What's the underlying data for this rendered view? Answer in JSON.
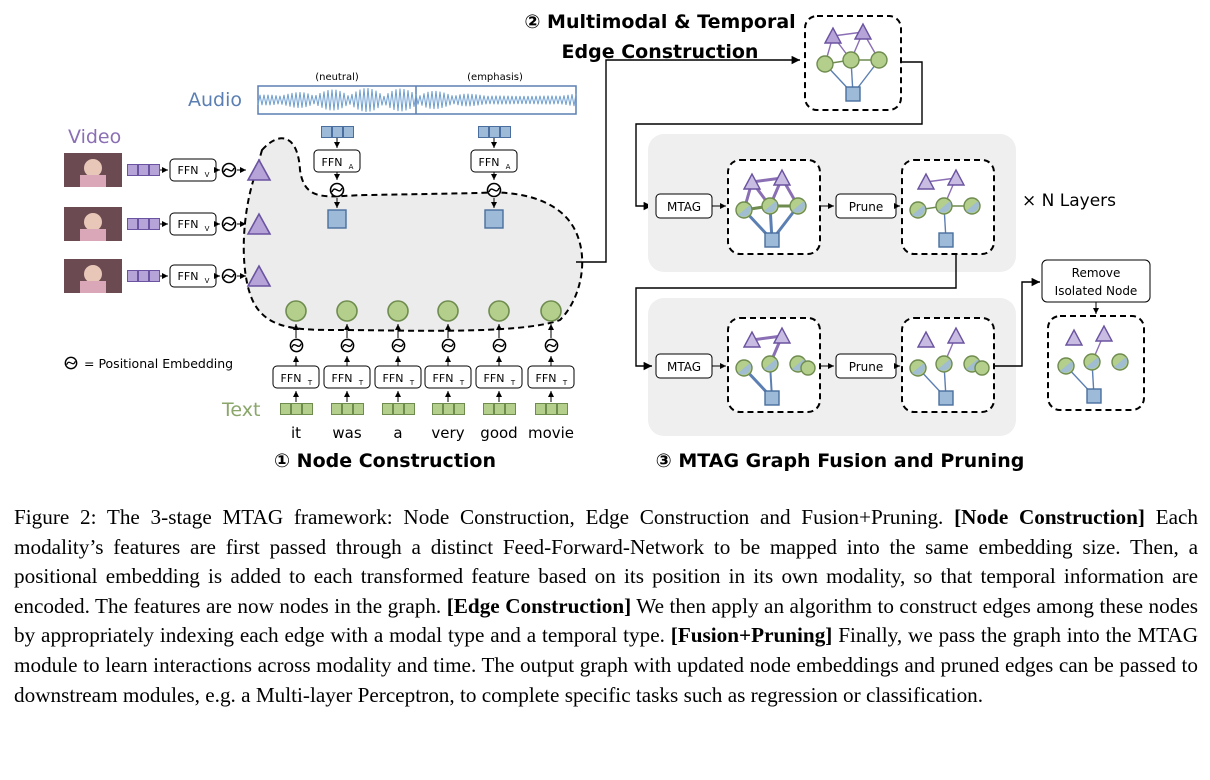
{
  "figure": {
    "modalities": {
      "audio": "Audio",
      "video": "Video",
      "text": "Text"
    },
    "audio_tags": [
      "(neutral)",
      "(emphasis)"
    ],
    "ffn_labels": {
      "video": "FFN",
      "video_sub": "V",
      "audio": "FFN",
      "audio_sub": "A",
      "text": "FFN",
      "text_sub": "T"
    },
    "words": [
      "it",
      "was",
      "a",
      "very",
      "good",
      "movie"
    ],
    "legend": "= Positional Embedding",
    "stage_1": "① Node Construction",
    "stage_2_line1": "② Multimodal & Temporal",
    "stage_2_line2": "Edge Construction",
    "stage_3": "③ MTAG Graph Fusion and Pruning",
    "mtag_label": "MTAG",
    "prune_label": "Prune",
    "layers_label": "× N Layers",
    "remove_line1": "Remove",
    "remove_line2": "Isolated Node",
    "colors": {
      "audio": "#5b7fb3",
      "video": "#8b6fb4",
      "text": "#8aa66a",
      "node_green": "#b4cf8c",
      "node_purple": "#b6a3d8",
      "node_blue": "#9dbad8",
      "panel": "#efefef"
    }
  },
  "caption": {
    "figure_label": "Figure 2:",
    "intro": " The 3-stage MTAG framework: Node Construction, Edge Construction and Fusion+Pruning. ",
    "node_title": "[Node Construction]",
    "node_text": " Each modality’s features are first passed through a distinct Feed-Forward-Network to be mapped into the same embedding size. Then, a positional embedding is added to each transformed feature based on its position in its own modality, so that temporal information are encoded. The features are now nodes in the graph. ",
    "edge_title": "[Edge Construction]",
    "edge_text": " We then apply an algorithm to construct edges among these nodes by appropriately indexing each edge with a modal type and a temporal type. ",
    "fusion_title": "[Fusion+Pruning]",
    "fusion_text": " Finally, we pass the graph into the MTAG module to learn interactions across modality and time. The output graph with updated node embeddings and pruned edges can be passed to downstream modules, e.g. a Multi-layer Perceptron, to complete specific tasks such as regression or classification."
  }
}
